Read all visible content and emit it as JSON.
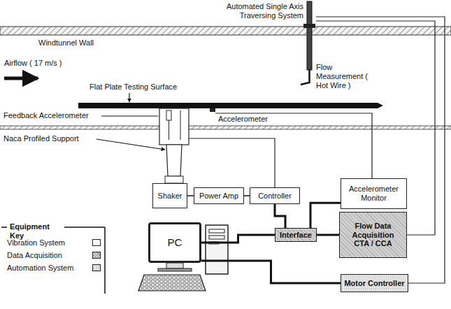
{
  "diagram": {
    "nodes": [
      {
        "text": [
          "Shaker"
        ]
      },
      {
        "text": [
          "Power Amp"
        ]
      },
      {
        "text": [
          "Controller"
        ]
      },
      {
        "text": [
          "Accelerometer Monitor"
        ]
      },
      {
        "text": [
          "Flow Data Acquisition",
          "CTA / CCA"
        ]
      },
      {
        "text": [
          "PC"
        ]
      },
      {
        "text": [
          "Interface"
        ]
      },
      {
        "text": [
          "Motor Controller"
        ]
      }
    ],
    "edges": [
      {
        "from": 0,
        "to": 1,
        "arrow": "none"
      },
      {
        "from": 1,
        "to": 2,
        "arrow": "none"
      },
      {
        "from": 2,
        "to": 6,
        "arrow": "none"
      },
      {
        "from": 3,
        "to": 6,
        "arrow": "none"
      },
      {
        "from": 6,
        "to": 4,
        "arrow": "none"
      },
      {
        "from": 5,
        "to": 6,
        "arrow": "none"
      },
      {
        "from": 5,
        "to": 7,
        "arrow": "none"
      }
    ],
    "labels": [
      "Automated Single Axis Traversing System",
      "Windtunnel Wall",
      "Airflow ( 17 m/s )",
      "Flow Measurement ( Hot Wire )",
      "Flat Plate Testing Surface",
      "Feedback Accelerometer",
      "Accelerometer",
      "Naca Profiled Support",
      "Equipment Key"
    ],
    "legend": [
      {
        "text": "Vibration System",
        "color": "#ffffff"
      },
      {
        "text": "Data Acquisition",
        "color": "#d0d0d0"
      },
      {
        "text": "Automation System",
        "color": "#e6e6e6"
      }
    ]
  }
}
